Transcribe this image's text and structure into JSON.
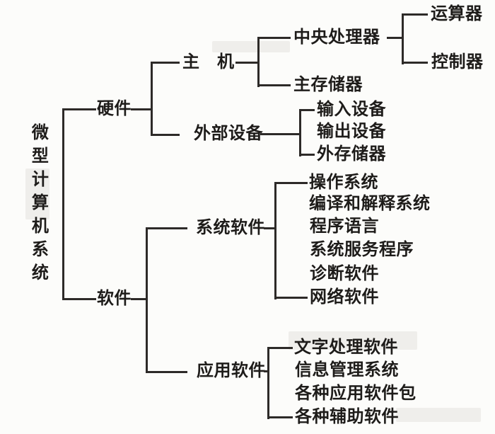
{
  "tree": {
    "label": "微型计算机系统",
    "children": [
      {
        "label": "硬件",
        "children": [
          {
            "label": "主　机",
            "children": [
              {
                "label": "中央处理器",
                "children": [
                  {
                    "label": "运算器"
                  },
                  {
                    "label": "控制器"
                  }
                ]
              },
              {
                "label": "主存储器"
              }
            ]
          },
          {
            "label": "外部设备",
            "children": [
              {
                "label": "输入设备"
              },
              {
                "label": "输出设备"
              },
              {
                "label": "外存储器"
              }
            ]
          }
        ]
      },
      {
        "label": "软件",
        "children": [
          {
            "label": "系统软件",
            "children": [
              {
                "label": "操作系统"
              },
              {
                "label": "编译和解释系统"
              },
              {
                "label": "程序语言"
              },
              {
                "label": "系统服务程序"
              },
              {
                "label": "诊断软件"
              },
              {
                "label": "网络软件"
              }
            ]
          },
          {
            "label": "应用软件",
            "children": [
              {
                "label": "文字处理软件"
              },
              {
                "label": "信息管理系统"
              },
              {
                "label": "各种应用软件包"
              },
              {
                "label": "各种辅助软件"
              }
            ]
          }
        ]
      }
    ]
  },
  "colors": {
    "line": "#2d2a28",
    "text": "#1e1c1a",
    "background": "#fcfcfa"
  }
}
